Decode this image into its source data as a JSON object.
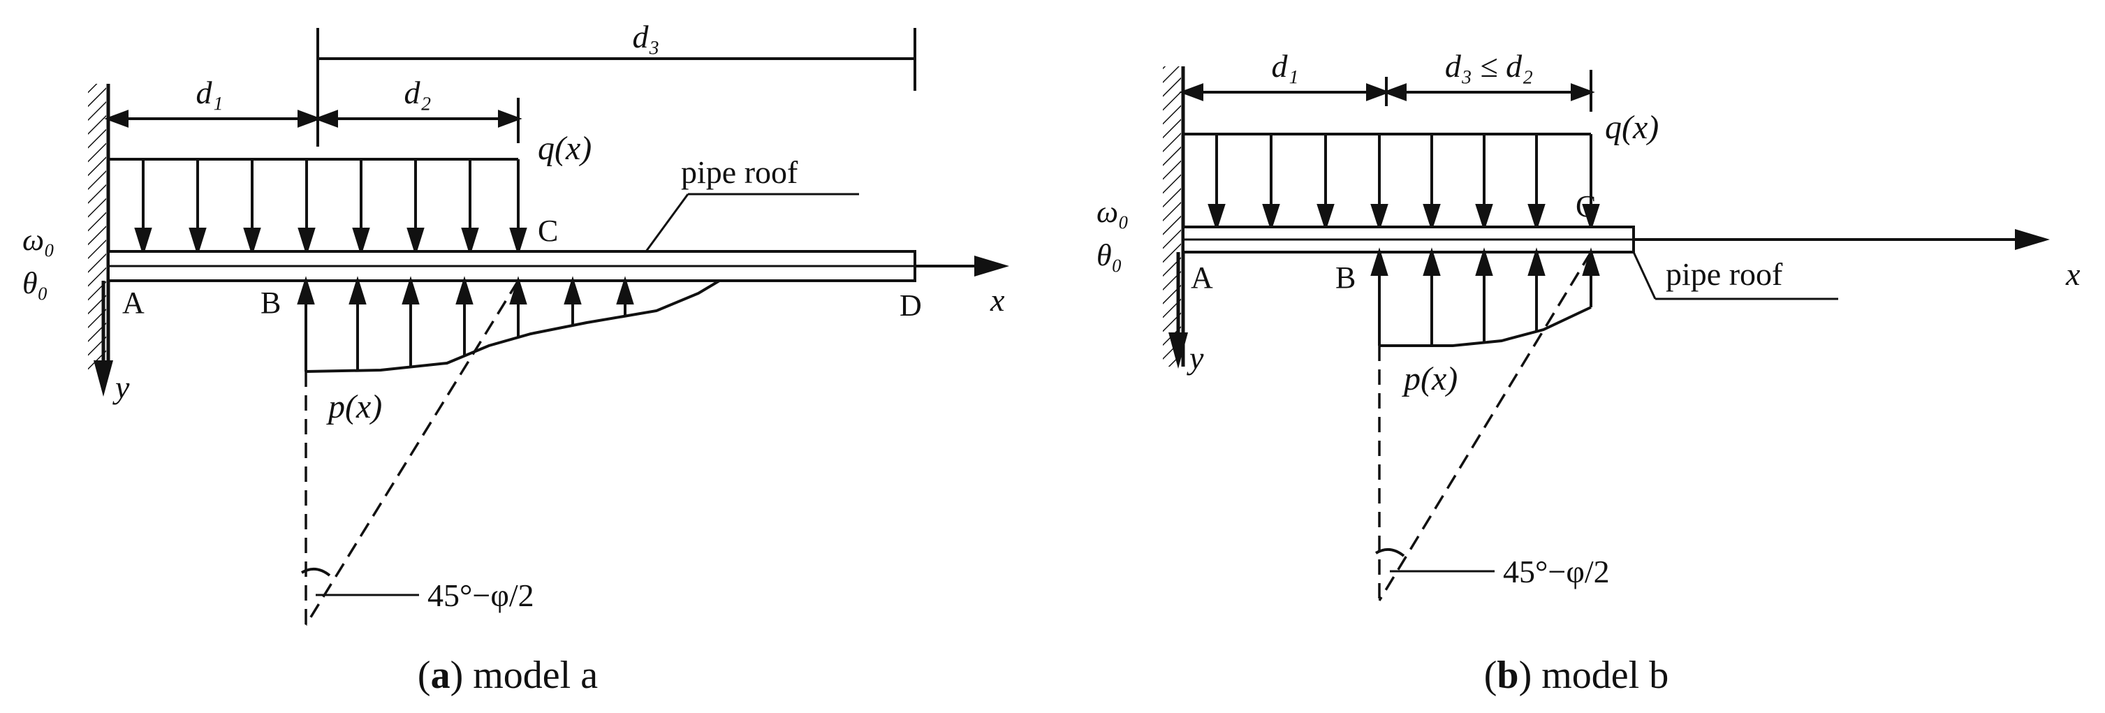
{
  "models": [
    {
      "id": "a",
      "caption_letter": "a",
      "caption_text": " model a",
      "labels": {
        "d1": "d₁",
        "d2": "d₂",
        "d3": "d₃",
        "q": "q(x)",
        "p": "p(x)",
        "pipe": "pipe roof",
        "C": "C",
        "A": "A",
        "B": "B",
        "D": "D",
        "x": "x",
        "y": "y",
        "omega": "ω₀",
        "theta": "θ₀",
        "angle": "45°−φ/2"
      }
    },
    {
      "id": "b",
      "caption_letter": "b",
      "caption_text": " model b",
      "labels": {
        "d1": "d₁",
        "d32": "d₃ ≤ d₂",
        "q": "q(x)",
        "p": "p(x)",
        "pipe": "pipe roof",
        "C": "C",
        "A": "A",
        "B": "B",
        "x": "x",
        "y": "y",
        "omega": "ω₀",
        "theta": "θ₀",
        "angle": "45°−φ/2"
      }
    }
  ]
}
